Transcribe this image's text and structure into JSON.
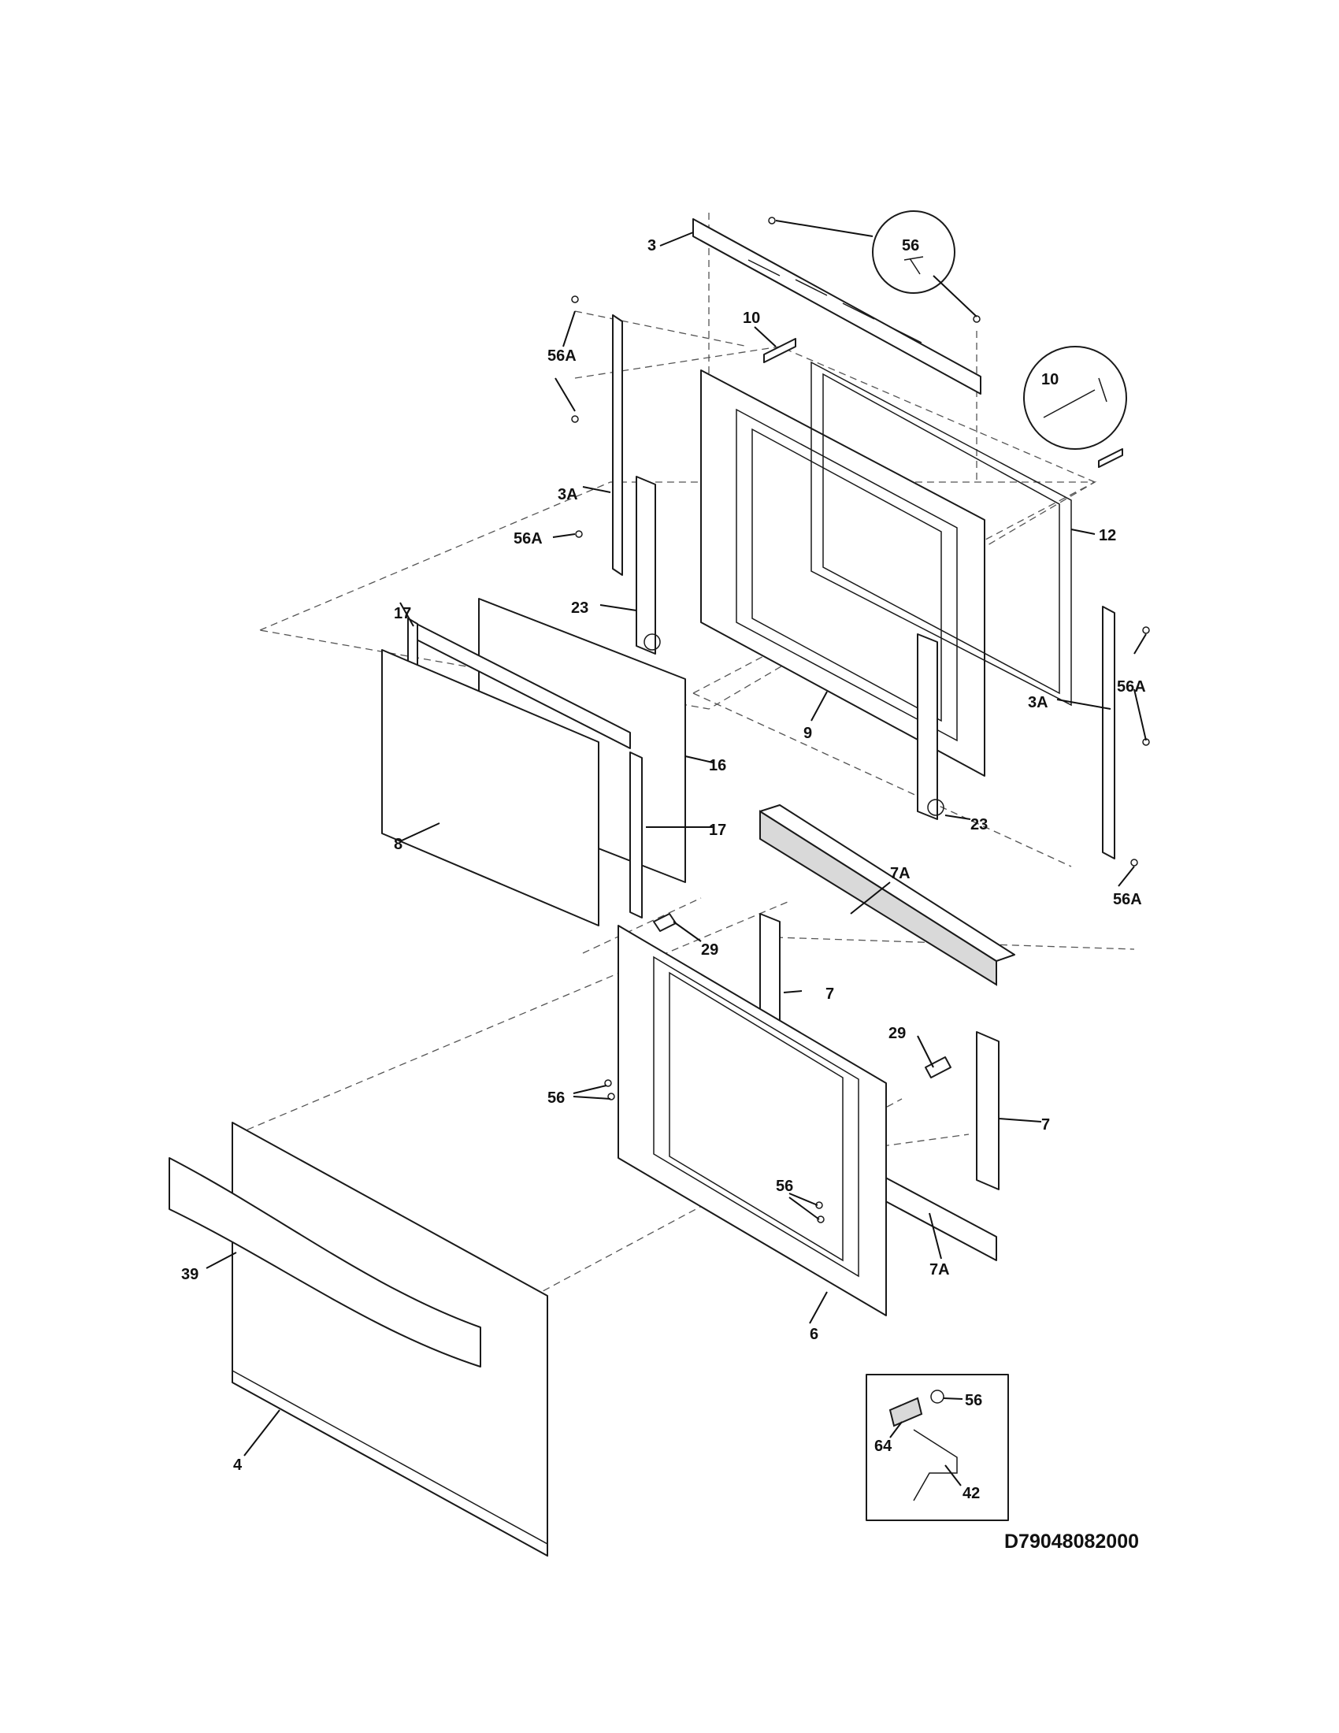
{
  "diagram_code": "D79048082000",
  "labels": {
    "l3": "3",
    "l56_top": "56",
    "l56a_1": "56A",
    "l10_a": "10",
    "l10_b": "10",
    "l3a_1": "3A",
    "l56a_2": "56A",
    "l12": "12",
    "l17_a": "17",
    "l23_a": "23",
    "l9": "9",
    "l56a_3": "56A",
    "l3a_2": "3A",
    "l16": "16",
    "l17_b": "17",
    "l23_b": "23",
    "l8": "8",
    "l56a_4": "56A",
    "l7a_a": "7A",
    "l29_a": "29",
    "l7_a": "7",
    "l29_b": "29",
    "l56_mid": "56",
    "l7_b": "7",
    "l56_low": "56",
    "l39": "39",
    "l7a_b": "7A",
    "l6": "6",
    "l56_inset": "56",
    "l64": "64",
    "l42": "42",
    "l4": "4"
  }
}
